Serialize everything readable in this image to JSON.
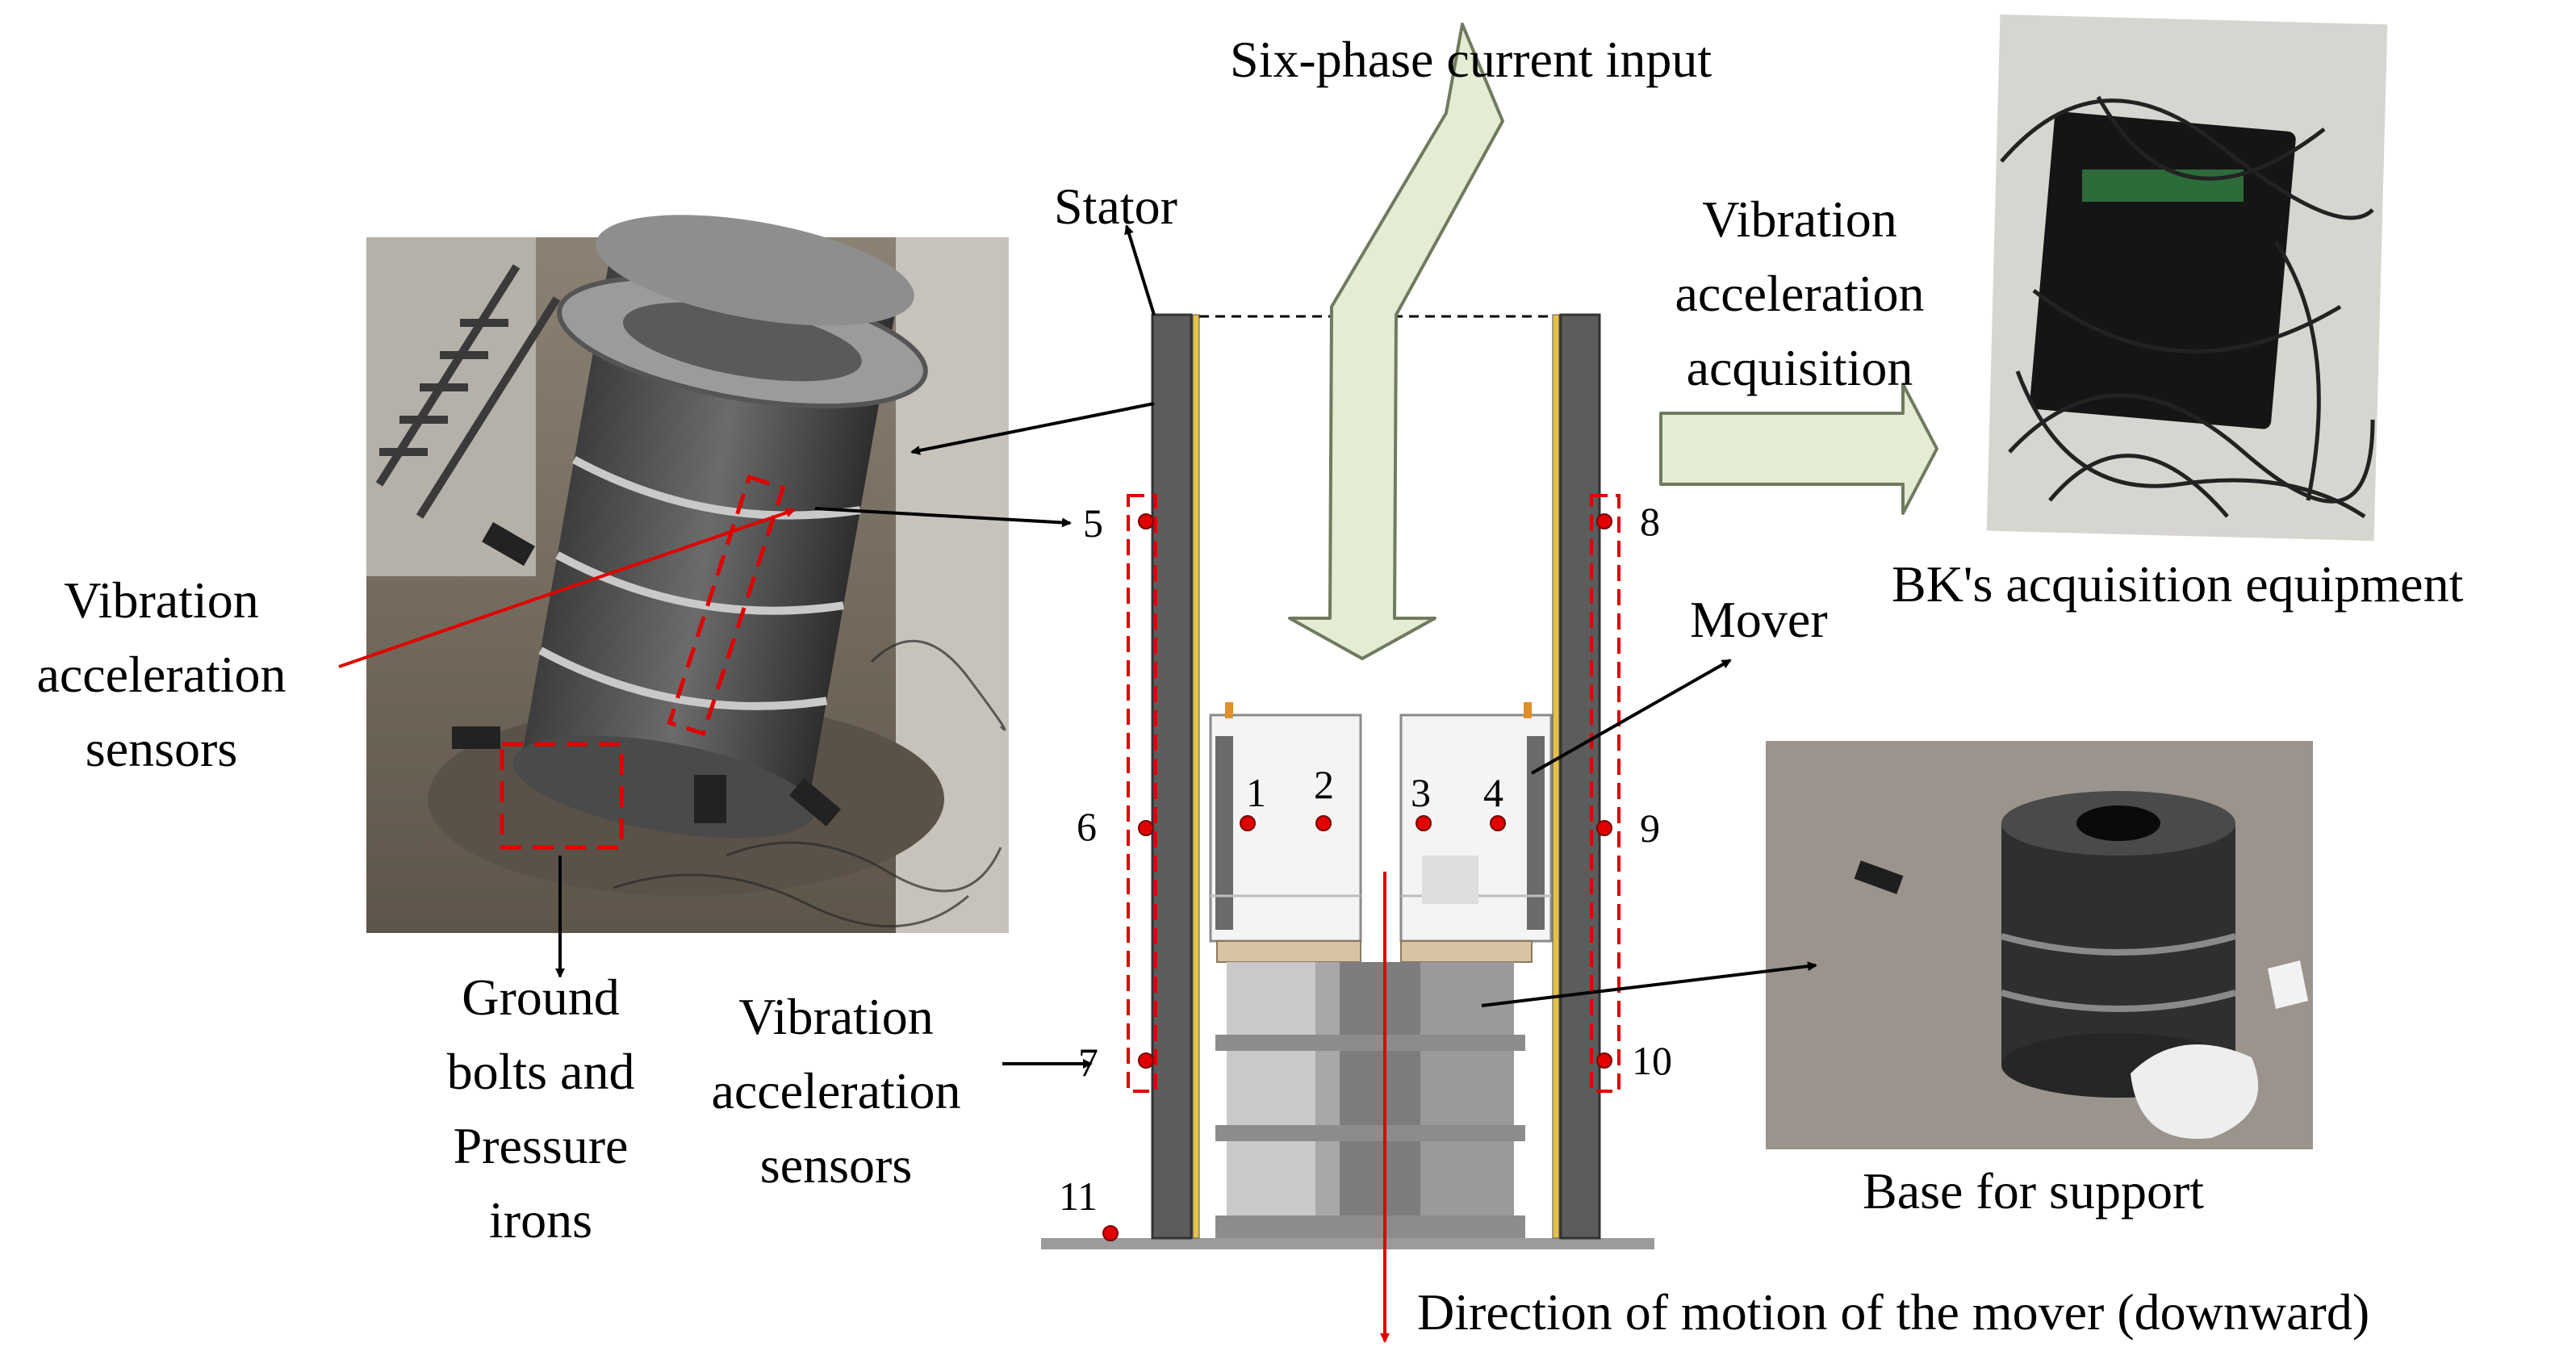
{
  "labels": {
    "six_phase_input": "Six-phase current input",
    "stator": "Stator",
    "vib_acq_line1": "Vibration",
    "vib_acq_line2": "acceleration",
    "vib_acq_line3": "acquisition",
    "bk_equipment": "BK's acquisition equipment",
    "mover": "Mover",
    "left_sensors_line1": "Vibration",
    "left_sensors_line2": "acceleration",
    "left_sensors_line3": "sensors",
    "ground_bolts_line1": "Ground",
    "ground_bolts_line2": "bolts and",
    "ground_bolts_line3": "Pressure",
    "ground_bolts_line4": "irons",
    "mid_sensors_line1": "Vibration",
    "mid_sensors_line2": "acceleration",
    "mid_sensors_line3": "sensors",
    "base_support": "Base for support",
    "direction": "Direction of motion of the mover (downward)"
  },
  "sensor_numbers": [
    "1",
    "2",
    "3",
    "4",
    "5",
    "6",
    "7",
    "8",
    "9",
    "10",
    "11"
  ],
  "colors": {
    "stator_wall": "#5c5c5c",
    "winding": "#e5c04a",
    "arrow_fill": "#e4ecd4",
    "arrow_stroke": "#6f7b5e",
    "sensor_dot": "#e00000",
    "sensor_box": "#e00000",
    "mover_frame": "#6a6a6a",
    "base_light": "#c9c9c9",
    "base_dark": "#7d7d7d",
    "tan_plate": "#d8c3a3"
  }
}
